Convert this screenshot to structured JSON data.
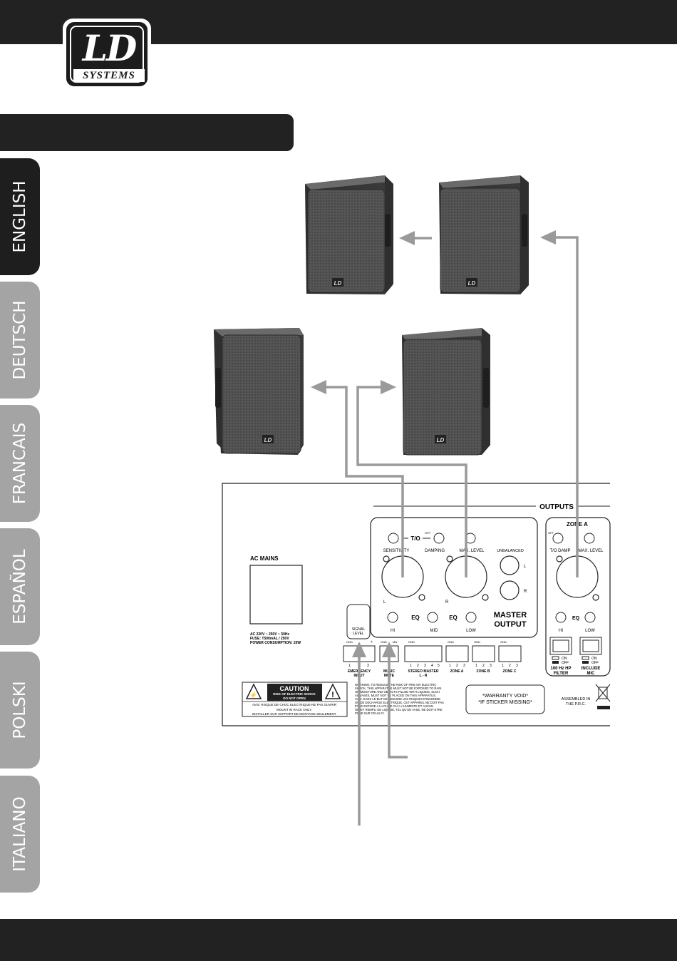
{
  "logo": {
    "main": "LD",
    "sub": "SYSTEMS"
  },
  "tabs": [
    {
      "label": "ENGLISH",
      "active": true
    },
    {
      "label": "DEUTSCH",
      "active": false
    },
    {
      "label": "FRANCAIS",
      "active": false
    },
    {
      "label": "ESPAÑOL",
      "active": false
    },
    {
      "label": "POLSKI",
      "active": false
    },
    {
      "label": "ITALIANO",
      "active": false
    }
  ],
  "panel": {
    "outputs": "OUTPUTS",
    "to": "T/O",
    "off": "OFF",
    "sensitivity": "SENSITIVITY",
    "damping": "DAMPING",
    "max_level": "MAX. LEVEL",
    "unbalanced": "UNBALANCED",
    "l": "L",
    "r": "R",
    "eq": "EQ",
    "hi": "HI",
    "mid": "MID",
    "low": "LOW",
    "master_output_1": "MASTER",
    "master_output_2": "OUTPUT",
    "zone_a_title": "ZONE A",
    "to_damp": "T/O DAMP",
    "hp_filter_1": "100 Hz HP",
    "hp_filter_2": "FILTER",
    "include_mic_1": "INCLUDE",
    "include_mic_2": "MIC",
    "on": "ON",
    "ac_mains": "AC MAINS",
    "ac_spec_1": "AC 220V ~ 250V ~ 50Hz",
    "ac_spec_2": "FUSE: T500mAL / 250V",
    "ac_spec_3": "POWER CONSUMPTION: 25W",
    "signal_level_1": "SIGNAL",
    "signal_level_2": "LEVEL",
    "gnd": "GND",
    "plus": "+",
    "minus": "−",
    "mn": "MN",
    "t1": "1",
    "t2": "2",
    "t3": "3",
    "t4": "4",
    "t5": "5",
    "emergency_1": "EMERGENCY",
    "emergency_2": "INPUT",
    "music_1": "MUSIC",
    "music_2": "MUTE",
    "stereo_1": "STEREO MASTER",
    "stereo_2": "L - R",
    "zone_a": "ZONE A",
    "zone_b": "ZONE B",
    "zone_c": "ZONE C",
    "caution": "CAUTION",
    "caution_sub_1": "RISK OF ELECTRIC SHOCK",
    "caution_sub_2": "DO NOT OPEN",
    "avis": "AVIS: RISQUE DE CHOC ELECTRIQUE-NE PAS OUVRIR",
    "rack_1": "MOUNT IN RACK ONLY.",
    "rack_2": "INSTALLER SUR SUPPORT DE MONTAGE SEULEMENT.",
    "warn_1": "WARNING: TO REDUCE THE RISK OF FIRE OR ELECTRIC",
    "warn_2": "SHOCK, THIS APPARATUS MUST NOT BE EXPOSED TO RAIN",
    "warn_3": "OR MOISTURE AND OBJECTS FILLED WITH LIQUIDS, SUCH",
    "warn_4": "AS VASES, MUST NOT BE PLACED ON THIS APPARATUS.",
    "warn_5": "AVIS: DANS LE BUT DE REDUIRE LES RISQUES D'INCENDIE",
    "warn_6": "OU DE DECHARGE ELECTRIQUE, CET APPAREIL NE DOIT PAS",
    "warn_7": "ETRE EXPOSE A LA PLUIE OU A L'HUMIDITE ET AUCUN",
    "warn_8": "OBJET REMPLI DE LIQUIDE, TEL QU'UN VASE, NE DOIT ETRE",
    "warn_9": "POSE SUR CELUI-CI.",
    "warranty_1": "*WARRANTY VOID*",
    "warranty_2": "*IF STICKER MISSING*",
    "assembled_1": "ASSEMBLED IN",
    "assembled_2": "THE P.R.C.",
    "speaker_logo": "LD"
  }
}
